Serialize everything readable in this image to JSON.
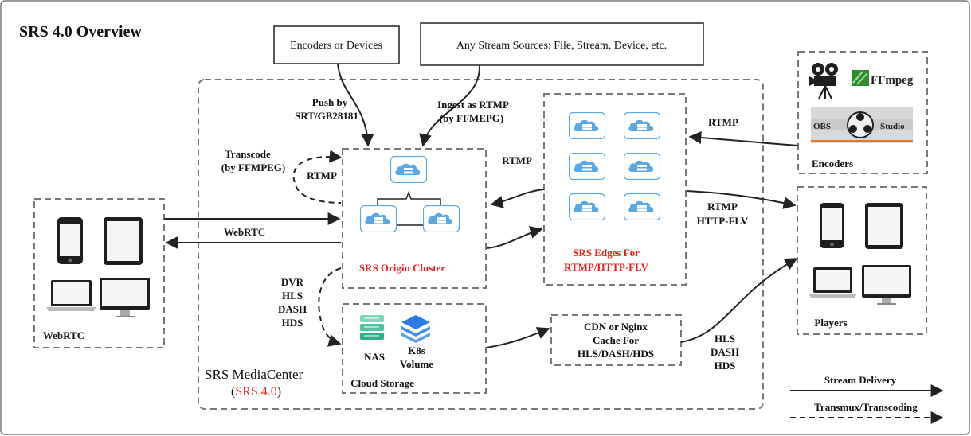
{
  "title": "SRS 4.0 Overview",
  "sources": {
    "encoders_devices": "Encoders or Devices",
    "any_stream": "Any Stream Sources: File, Stream, Device, etc."
  },
  "labels": {
    "push_line1": "Push by",
    "push_line2": "SRT/GB28181",
    "ingest_line1": "Ingest as RTMP",
    "ingest_line2": "(by FFMEPG)",
    "transcode_line1": "Transcode",
    "transcode_line2": "(by FFMPEG)",
    "rtmp_loop": "RTMP",
    "rtmp_edge_origin": "RTMP",
    "rtmp_encoders": "RTMP",
    "rtmp_players_line1": "RTMP",
    "rtmp_players_line2": "HTTP-FLV",
    "webrtc_arrow": "WebRTC",
    "dvr": [
      "DVR",
      "HLS",
      "DASH",
      "HDS"
    ],
    "hls_players": [
      "HLS",
      "DASH",
      "HDS"
    ]
  },
  "origin": {
    "label": "SRS Origin Cluster"
  },
  "edges": {
    "label_line1": "SRS Edges For",
    "label_line2": "RTMP/HTTP-FLV"
  },
  "storage": {
    "nas": "NAS",
    "k8s_line1": "K8s",
    "k8s_line2": "Volume",
    "label": "Cloud Storage"
  },
  "cdn": {
    "line1": "CDN or Nginx",
    "line2": "Cache For",
    "line3": "HLS/DASH/HDS"
  },
  "mediacenter": {
    "line1": "SRS MediaCenter",
    "open": "(",
    "version": "SRS 4.0",
    "close": ")"
  },
  "webrtc_group": {
    "label": "WebRTC"
  },
  "encoders_group": {
    "label": "Encoders",
    "ffmpeg": "FFmpeg",
    "obs_left": "OBS",
    "obs_right": "Studio"
  },
  "players_group": {
    "label": "Players"
  },
  "legend": {
    "stream_delivery": "Stream Delivery",
    "transmux": "Transmux/Transcoding"
  },
  "colors": {
    "accent_red": "#e8221b",
    "cloud_blue": "#5aa9e6",
    "line": "#222222",
    "dashed_border": "#777777"
  }
}
